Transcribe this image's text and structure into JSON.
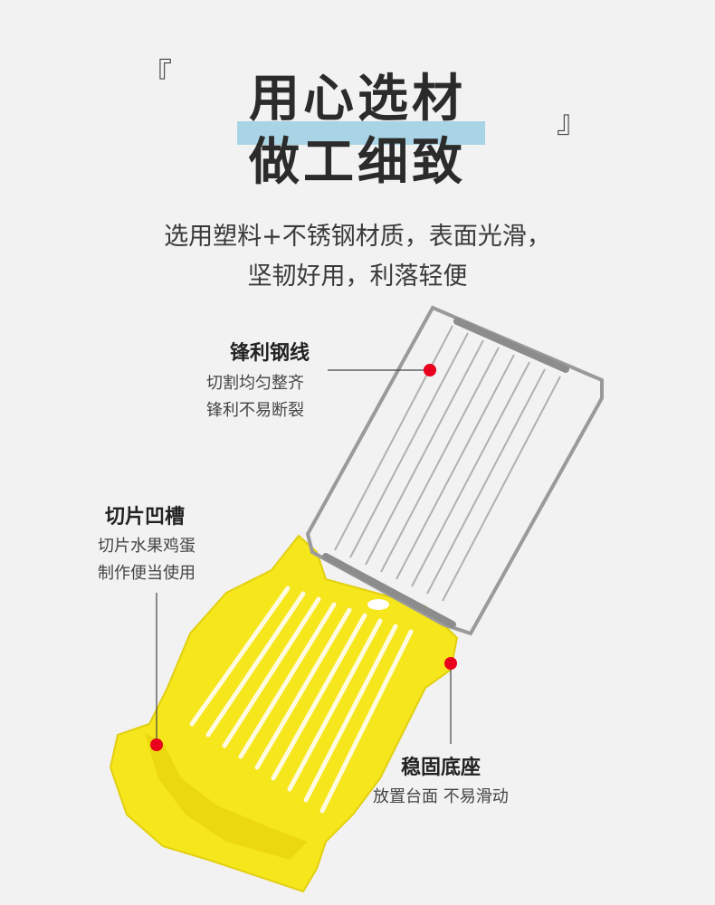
{
  "headline": {
    "bracket_open": "『",
    "bracket_close": "』",
    "line1": "用心选材",
    "line2": "做工细致",
    "accent_color": "#a9d4e6"
  },
  "subtitle": {
    "line1": "选用塑料+不锈钢材质，表面光滑，",
    "line2": "坚韧好用，利落轻便"
  },
  "features": [
    {
      "title": "锋利钢线",
      "lines": [
        "切割均匀整齐",
        "锋利不易断裂"
      ]
    },
    {
      "title": "切片凹槽",
      "lines": [
        "切片水果鸡蛋",
        "制作便当使用"
      ]
    },
    {
      "title": "稳固底座",
      "lines": [
        "放置台面 不易滑动"
      ]
    }
  ],
  "colors": {
    "marker": "#e8001c",
    "product_body": "#f6e61c",
    "wire": "#a8a8a8"
  }
}
